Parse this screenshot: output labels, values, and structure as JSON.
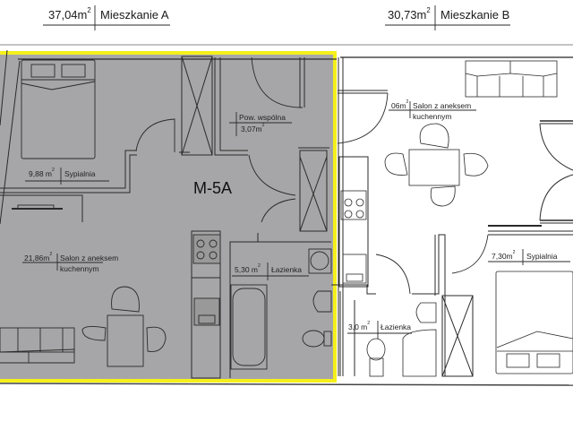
{
  "plan": {
    "colors": {
      "highlight_fill": "#a6a6a8",
      "highlight_border": "#f5f01a",
      "line": "#2a2a2a",
      "background": "#ffffff"
    },
    "unit_label": "M-5A",
    "apartment_a": {
      "name": "Mieszkanie A",
      "area": "37,04m",
      "area_sup": "2",
      "highlighted": true
    },
    "apartment_b": {
      "name": "Mieszkanie B",
      "area": "30,73m",
      "area_sup": "2",
      "highlighted": false
    },
    "rooms_a": {
      "bedroom": {
        "area": "9,88 m",
        "sup": "2",
        "name": "Sypialnia"
      },
      "living": {
        "area": "21,86m",
        "sup": "2",
        "name_line1": "Salon z aneksem",
        "name_line2": "kuchennym"
      },
      "common": {
        "name": "Pow. wspólna",
        "area": "3,07m",
        "sup": "2"
      },
      "bathroom": {
        "area": "5,30 m",
        "sup": "2",
        "name": "Łazienka"
      }
    },
    "rooms_b": {
      "living": {
        "area": "06m",
        "sup": "2",
        "name_line1": "Salon z aneksem",
        "name_line2": "kuchennym"
      },
      "bedroom": {
        "area": "7,30m",
        "sup": "2",
        "name": "Sypialnia"
      },
      "bathroom": {
        "area": "3,0 m",
        "sup": "2",
        "name": "Łazienka"
      }
    }
  }
}
